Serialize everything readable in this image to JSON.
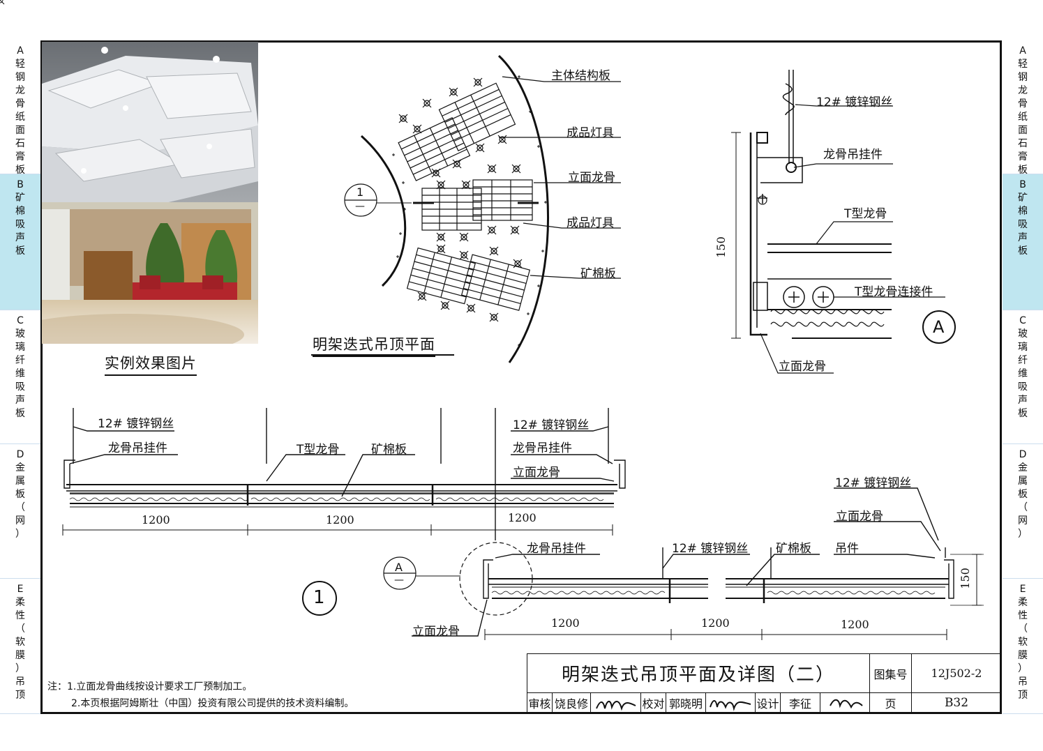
{
  "side_tabs": [
    {
      "letter": "A",
      "text": "轻钢龙骨纸面石膏板",
      "active": false
    },
    {
      "letter": "B",
      "text": "矿棉吸声板",
      "active": true
    },
    {
      "letter": "C",
      "text": "玻璃纤维吸声板",
      "active": false
    },
    {
      "letter": "D",
      "text": "金属板（网）",
      "active": false
    },
    {
      "letter": "E",
      "text": "柔性（软膜）吊顶",
      "active": false
    }
  ],
  "captions": {
    "photo": "实例效果图片",
    "plan": "明架迭式吊顶平面"
  },
  "plan_labels": {
    "slab": "主体结构板",
    "light1": "成品灯具",
    "keel": "立面龙骨",
    "light2": "成品灯具",
    "board": "矿棉板",
    "section_mark_number": "1",
    "section_mark_dash": "—"
  },
  "detail_a_labels": {
    "wire": "12# 镀锌钢丝",
    "hanger": "龙骨吊挂件",
    "t_keel": "T型龙骨",
    "connector": "T型龙骨连接件",
    "side_keel": "立面龙骨",
    "height": "150",
    "marker": "A"
  },
  "section_labels": {
    "wire_l": "12# 镀锌钢丝",
    "hanger_l": "龙骨吊挂件",
    "t_keel": "T型龙骨",
    "board_u": "矿棉板",
    "wire_m": "12# 镀锌钢丝",
    "hanger_m": "龙骨吊挂件",
    "keel_m": "立面龙骨",
    "hanger_low": "龙骨吊挂件",
    "wire_low": "12# 镀锌钢丝",
    "board_low": "矿棉板",
    "hang_piece": "吊件",
    "wire_r": "12# 镀锌钢丝",
    "keel_r": "立面龙骨",
    "keel_bottom": "立面龙骨",
    "marker_a": "A",
    "marker_a_dash": "—",
    "section_no": "1",
    "dims_upper": [
      "1200",
      "1200",
      "1200"
    ],
    "dims_lower": [
      "1200",
      "1200",
      "1200"
    ],
    "height_r": "150"
  },
  "notes": {
    "label": "注：",
    "items": [
      "1.立面龙骨曲线按设计要求工厂预制加工。",
      "2.本页根据阿姆斯壮（中国）投资有限公司提供的技术资料编制。"
    ]
  },
  "title_block": {
    "title": "明架迭式吊顶平面及详图（二）",
    "atlas_label": "图集号",
    "atlas_no": "12J502-2",
    "review_label": "审核",
    "reviewer": "饶良修",
    "check_label": "校对",
    "checker": "郭晓明",
    "design_label": "设计",
    "designer": "李征",
    "page_label": "页",
    "page_no": "B32"
  }
}
